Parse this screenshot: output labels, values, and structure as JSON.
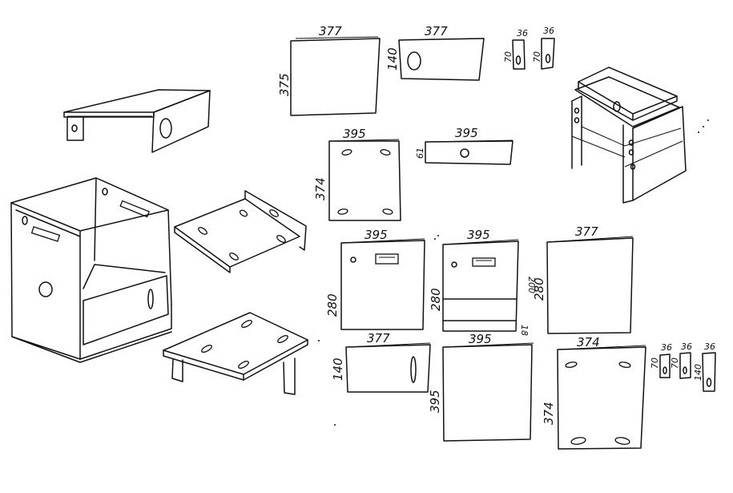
{
  "labels": {
    "p1_w": "377",
    "p1_h": "375",
    "p2_w": "377",
    "p2_h": "140",
    "p3a_w": "36",
    "p3a_h": "70",
    "p3b_w": "36",
    "p3b_h": "70",
    "p4_w": "395",
    "p4_h": "374",
    "p5_w": "395",
    "p5_h": "61",
    "p6_w": "395",
    "p6_h": "280",
    "p7_w": "395",
    "p7_h": "280",
    "p7_h2": "200",
    "p7_b": "18",
    "p8_w": "377",
    "p8_h": "280",
    "p9_w": "377",
    "p9_h": "140",
    "p10_w": "395",
    "p10_h": "395",
    "p11_w": "374",
    "p11_h": "374",
    "p12a_w": "36",
    "p12a_h": "70",
    "p12b_w": "36",
    "p12b_h": "70",
    "p12c_w": "36",
    "p12c_h": "140"
  }
}
